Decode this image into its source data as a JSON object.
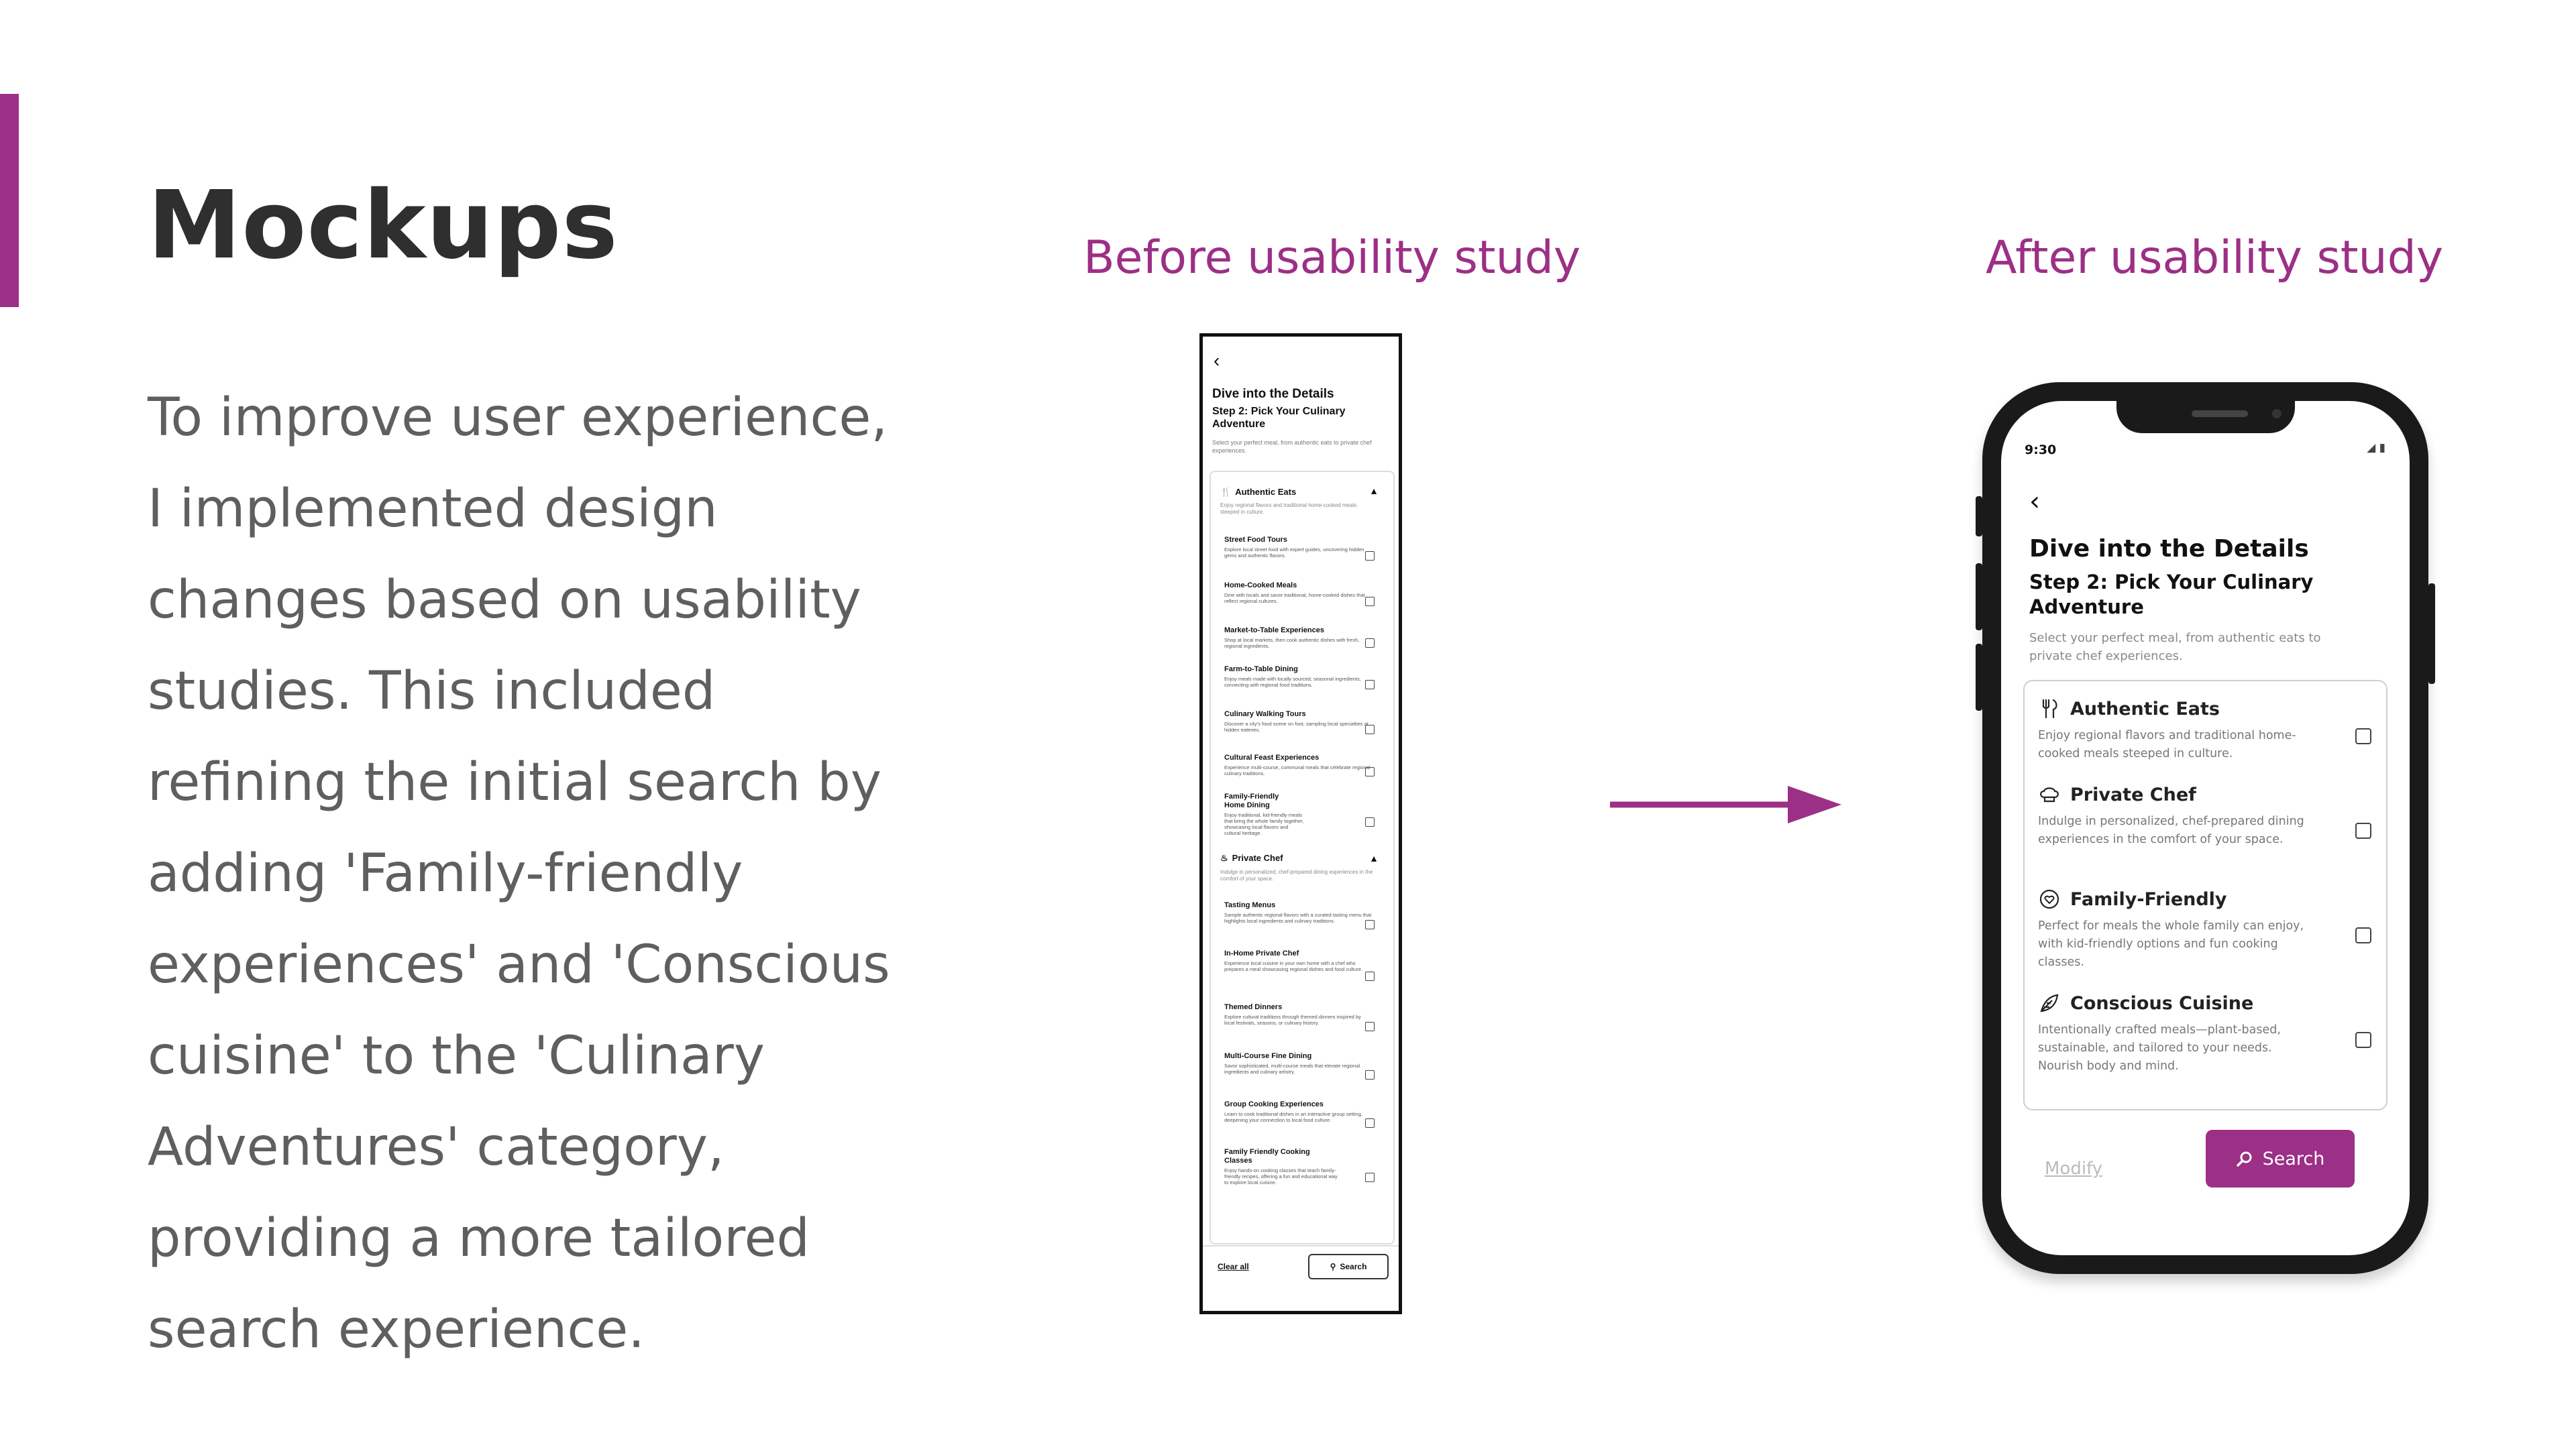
{
  "slide": {
    "title": "Mockups",
    "body": "To improve user experience, I implemented design changes based on usability studies. This included refining the initial search by adding 'Family-friendly experiences' and 'Conscious cuisine' to the 'Culinary Adventures' category, providing a more tailored search experience.",
    "caption_before": "Before usability study",
    "caption_after": "After usability study",
    "accent_color": "#9c2f86"
  },
  "before": {
    "heading": "Dive into the Details",
    "subheading": "Step 2: Pick Your Culinary Adventure",
    "intro": "Select your perfect meal, from authentic eats to private chef experiences.",
    "categories": [
      {
        "title": "Authentic Eats",
        "icon": "utensils-icon",
        "desc": "Enjoy regional flavors and traditional home-cooked meals steeped in culture.",
        "items": [
          {
            "title": "Street Food Tours",
            "desc": "Explore local street food with expert guides, uncovering hidden gems and authentic flavors."
          },
          {
            "title": "Home-Cooked Meals",
            "desc": "Dine with locals and savor traditional, home-cooked dishes that reflect regional cultures."
          },
          {
            "title": "Market-to-Table Experiences",
            "desc": "Shop at local markets, then cook authentic dishes with fresh, regional ingredients."
          },
          {
            "title": "Farm-to-Table Dining",
            "desc": "Enjoy meals made with locally sourced, seasonal ingredients, connecting with regional food traditions."
          },
          {
            "title": "Culinary Walking Tours",
            "desc": "Discover a city's food scene on foot, sampling local specialties at hidden eateries."
          },
          {
            "title": "Cultural Feast Experiences",
            "desc": "Experience multi-course, communal meals that celebrate regional culinary traditions."
          },
          {
            "title": "Family-Friendly Home Dining",
            "desc": "Enjoy traditional, kid-friendly meals that bring the whole family together, showcasing local flavors and cultural heritage."
          }
        ]
      },
      {
        "title": "Private Chef",
        "icon": "chef-hat-icon",
        "desc": "Indulge in personalized, chef-prepared dining experiences in the comfort of your space.",
        "items": [
          {
            "title": "Tasting Menus",
            "desc": "Sample authentic regional flavors with a curated tasting menu that highlights local ingredients and culinary traditions."
          },
          {
            "title": "In-Home Private Chef",
            "desc": "Experience local cuisine in your own home with a chef who prepares a meal showcasing regional dishes and food culture."
          },
          {
            "title": "Themed Dinners",
            "desc": "Explore cultural traditions through themed dinners inspired by local festivals, seasons, or culinary history."
          },
          {
            "title": "Multi-Course Fine Dining",
            "desc": "Savor sophisticated, multi-course meals that elevate regional ingredients and culinary artistry."
          },
          {
            "title": "Group Cooking Experiences",
            "desc": "Learn to cook traditional dishes in an interactive group setting, deepening your connection to local food culture."
          },
          {
            "title": "Family Friendly Cooking Classes",
            "desc": "Enjoy hands-on cooking classes that teach family-friendly recipes, offering a fun and educational way to explore local cuisine."
          }
        ]
      }
    ],
    "clear_label": "Clear all",
    "search_label": "Search"
  },
  "after": {
    "time": "9:30",
    "heading": "Dive into the Details",
    "subheading": "Step 2: Pick Your Culinary Adventure",
    "intro": "Select your perfect meal, from authentic eats to private chef experiences.",
    "options": [
      {
        "title": "Authentic Eats",
        "icon": "utensils-icon",
        "desc": "Enjoy regional flavors and traditional home-cooked meals steeped in culture."
      },
      {
        "title": "Private Chef",
        "icon": "chef-hat-icon",
        "desc": "Indulge in personalized, chef-prepared dining experiences in the comfort of your space."
      },
      {
        "title": "Family-Friendly",
        "icon": "heart-icon",
        "desc": "Perfect for meals the whole family can enjoy, with kid-friendly options and fun cooking classes."
      },
      {
        "title": "Conscious Cuisine",
        "icon": "leaf-icon",
        "desc": "Intentionally crafted meals—plant-based, sustainable, and tailored to your needs. Nourish body and mind."
      }
    ],
    "modify_label": "Modify",
    "search_label": "Search"
  }
}
